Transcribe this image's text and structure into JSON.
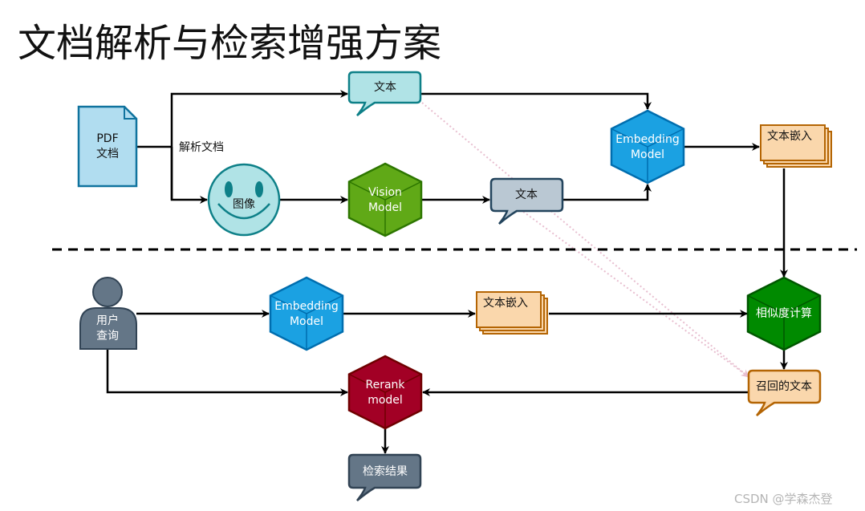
{
  "title": "文档解析与检索增强方案",
  "top": {
    "pdf_line1": "PDF",
    "pdf_line2": "文档",
    "parse_label": "解析文档",
    "text_bubble": "文本",
    "image": "图像",
    "vision_line1": "Vision",
    "vision_line2": "Model",
    "vision_text_bubble": "文本",
    "embedding_line1": "Embedding",
    "embedding_line2": "Model",
    "embeddings": "文本嵌入"
  },
  "bottom": {
    "user_line1": "用户",
    "user_line2": "查询",
    "embedding_line1": "Embedding",
    "embedding_line2": "Model",
    "embeddings": "文本嵌入",
    "similarity": "相似度计算",
    "recalled": "召回的文本",
    "rerank_line1": "Rerank",
    "rerank_line2": "model",
    "result": "检索结果"
  },
  "watermark": "CSDN @学森杰登",
  "colors": {
    "teal_fill": "#b0e3e6",
    "teal_stroke": "#0e8088",
    "green_fill": "#60a917",
    "green_stroke": "#2d7600",
    "blue_fill": "#1ba1e2",
    "blue_stroke": "#006eaf",
    "orange_fill": "#fad7ac",
    "orange_stroke": "#b46504",
    "gray_fill": "#bac8d3",
    "gray_stroke": "#23445d",
    "slate_fill": "#647687",
    "slate_stroke": "#314354",
    "darkgreen_fill": "#008a00",
    "darkgreen_stroke": "#005700",
    "red_fill": "#a20025",
    "red_stroke": "#6f0000",
    "pdf_fill": "#b1ddf0",
    "pdf_stroke": "#10739e"
  }
}
